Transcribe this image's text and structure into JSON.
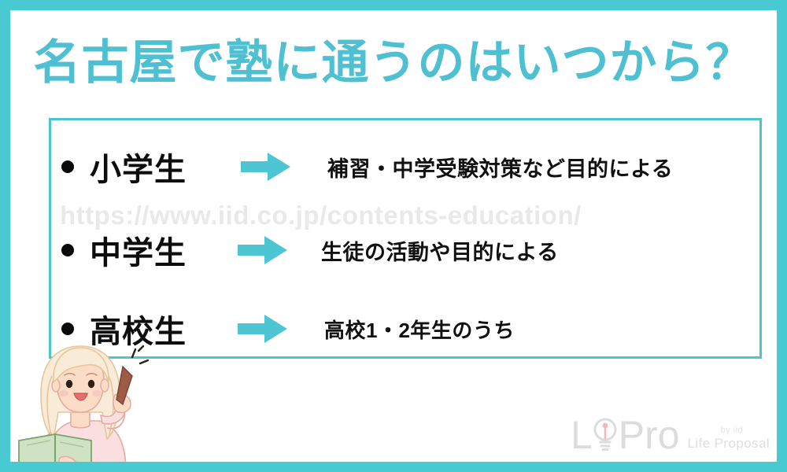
{
  "page": {
    "title": "名古屋で塾に通うのはいつから？",
    "frame_color": "#48cad3",
    "title_color": "#4fc0d2",
    "box_border_color": "#4ec4cc",
    "arrow_color": "#4dc5d3",
    "text_color": "#0d0d0d",
    "watermark_color": "#e9e9e9",
    "background_color": "#ffffff"
  },
  "watermark": {
    "url": "https://www.iid.co.jp/contents-education/"
  },
  "rows": [
    {
      "bullet": "•",
      "label": "小学生",
      "arrow": "right-arrow-icon",
      "description": "補習・中学受験対策など目的による"
    },
    {
      "bullet": "•",
      "label": "中学生",
      "arrow": "right-arrow-icon",
      "description": "生徒の活動や目的による"
    },
    {
      "bullet": "•",
      "label": "高校生",
      "arrow": "right-arrow-icon",
      "description": "高校1・2年生のうち"
    }
  ],
  "illustration": {
    "name": "woman-reading-book-illustration",
    "description": "woman with long blonde hair in pink top holding an open green book and a pen"
  },
  "logo": {
    "mark_l": "L",
    "mark_i": "lightbulb-icon",
    "mark_pro": "Pro",
    "by_line": "by iid",
    "tagline": "Life Proposal"
  }
}
